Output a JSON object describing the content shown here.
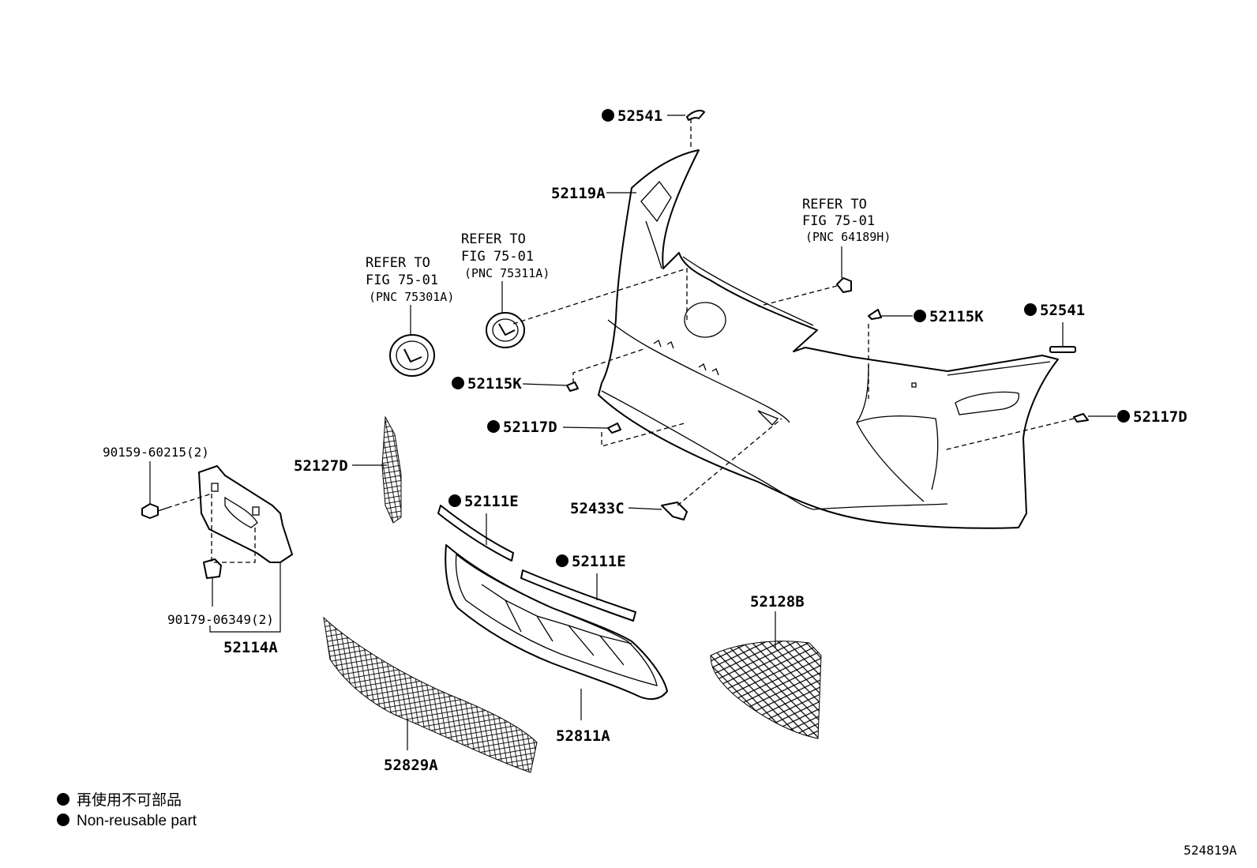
{
  "legend": {
    "non_reusable_jp": "再使用不可部品",
    "non_reusable_en": "Non-reusable part",
    "marker": "●"
  },
  "figure_code": "524819A",
  "refer": {
    "emblem_front": {
      "line1": "REFER TO",
      "line2": "FIG 75-01",
      "line3": "(PNC 75301A)"
    },
    "emblem_sub": {
      "line1": "REFER TO",
      "line2": "FIG 75-01",
      "line3": "(PNC 75311A)"
    },
    "bolt": {
      "line1": "REFER TO",
      "line2": "FIG 75-01",
      "line3": "(PNC 64189H)"
    }
  },
  "parts": {
    "p52541_top": "52541",
    "p52119A": "52119A",
    "p52115K_right": "52115K",
    "p52541_right": "52541",
    "p52115K_left": "52115K",
    "p52117D_left": "52117D",
    "p52117D_right": "52117D",
    "p52127D": "52127D",
    "p90159": "90159-60215(2)",
    "p52111E_upper": "52111E",
    "p52111E_lower": "52111E",
    "p52433C": "52433C",
    "p52128B": "52128B",
    "p90179": "90179-06349(2)",
    "p52114A": "52114A",
    "p52811A": "52811A",
    "p52829A": "52829A"
  },
  "non_reusable_parts": [
    "52541",
    "52115K",
    "52117D",
    "52111E"
  ]
}
